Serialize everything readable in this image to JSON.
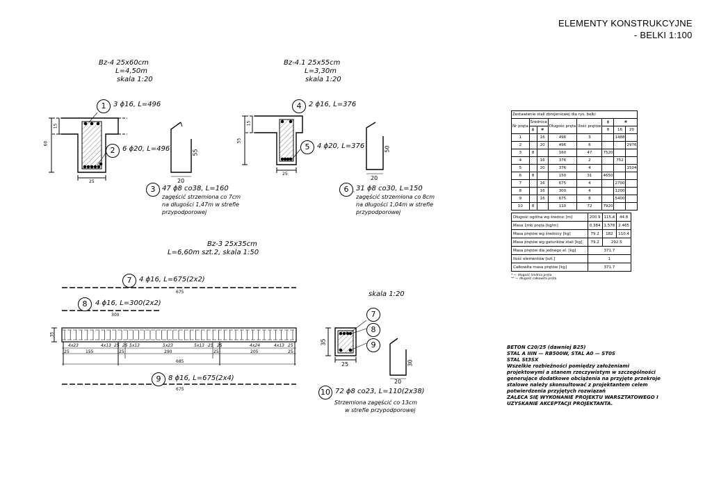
{
  "title": {
    "line1": "ELEMENTY KONSTRUKCYJNE",
    "line2": "- BELKI 1:100"
  },
  "bz4": {
    "head1": "Bz-4  25x60cm",
    "head2": "L=4,50m",
    "head3": "skala 1:20",
    "bar1_num": "1",
    "bar1_text": "3 ϕ16, L=496",
    "bar2_num": "2",
    "bar2_text": "6 ϕ20, L=496",
    "bar3_num": "3",
    "bar3_text": "47 ϕ8 co38, L=160",
    "note": [
      "zagęścić strzemiona co 7cm",
      "na długości 1,47m w strefie",
      "przypodporowej"
    ],
    "dim_h": "60",
    "dim_15": "15",
    "dim_w": "25",
    "stirrup_h": "55",
    "stirrup_w": "20"
  },
  "bz41": {
    "head1": "Bz-4.1  25x55cm",
    "head2": "L=3,30m",
    "head3": "skala 1:20",
    "bar4_num": "4",
    "bar4_text": "2 ϕ16, L=376",
    "bar5_num": "5",
    "bar5_text": "4 ϕ20, L=376",
    "bar6_num": "6",
    "bar6_text": "31 ϕ8 co30, L=150",
    "note": [
      "zagęścić strzemiona co 8cm",
      "na długości 1,04m w strefie",
      "przypodporowej"
    ],
    "dim_h": "55",
    "dim_15": "15",
    "dim_w": "25",
    "stirrup_h": "50",
    "stirrup_w": "20"
  },
  "bz3": {
    "head1": "Bz-3  25x35cm",
    "head2": "L=6,60m  szt.2,  skala  1:50",
    "bar7_num": "7",
    "bar7_text": "4 ϕ16, L=675(2x2)",
    "bar7_len": "675",
    "bar8_num": "8",
    "bar8_text": "4 ϕ16, L=300(2x2)",
    "bar8_len": "300",
    "bar9_num": "9",
    "bar9_text": "8 ϕ16, L=675(2x4)",
    "bar9_len": "675",
    "beam_h": "35",
    "spacing": [
      "4x23",
      "4x13",
      "25",
      "25",
      "5x13",
      "5x23",
      "5x13",
      "25",
      "25",
      "4x24",
      "4x13",
      "25"
    ],
    "spans": [
      "155",
      "290",
      "205"
    ],
    "supports": [
      "25",
      "25",
      "25",
      "25"
    ],
    "total": "685",
    "section_scale": "skala  1:20",
    "sec_nums": [
      "7",
      "8",
      "9"
    ],
    "sec_h": "35",
    "sec_w": "25",
    "stirrup_h": "30",
    "stirrup_w": "20",
    "bar10_num": "10",
    "bar10_text": "72 ϕ8 co23, L=110(2x38)",
    "note": [
      "Strzemiona zagęścić co 13cm",
      "w strefie przypodporowej"
    ]
  },
  "schedule": {
    "title": "Zestawienie stali zbrojeniowej dla rys. belki",
    "h_nr": "Nr pręta",
    "h_sred": "Średnica",
    "h_phi": "ϕ",
    "h_hash": "#",
    "h_dl": "Długość pręta",
    "h_ilosc": "Ilość prętów",
    "h_d8": "8",
    "h_d16": "16",
    "h_d20": "20",
    "rows": [
      [
        "1",
        "",
        "16",
        "496",
        "3",
        "",
        "1488",
        ""
      ],
      [
        "2",
        "",
        "20",
        "496",
        "6",
        "",
        "",
        "2976"
      ],
      [
        "3",
        "8",
        "",
        "160",
        "47",
        "7520",
        "",
        ""
      ],
      [
        "4",
        "",
        "16",
        "376",
        "2",
        "",
        "752",
        ""
      ],
      [
        "5",
        "",
        "20",
        "376",
        "4",
        "",
        "",
        "1504"
      ],
      [
        "6",
        "8",
        "",
        "150",
        "31",
        "4650",
        "",
        ""
      ],
      [
        "7",
        "",
        "16",
        "675",
        "4",
        "",
        "2700",
        ""
      ],
      [
        "8",
        "",
        "16",
        "300",
        "4",
        "",
        "1200",
        ""
      ],
      [
        "9",
        "",
        "16",
        "675",
        "8",
        "",
        "5400",
        ""
      ],
      [
        "10",
        "8",
        "",
        "110",
        "72",
        "7920",
        "",
        ""
      ]
    ],
    "sum": [
      {
        "label": "Długość ogólna wg średnic [m]",
        "v": [
          "200.9",
          "115.4",
          "44.8"
        ]
      },
      {
        "label": "Masa 1mb pręta [kg/m]",
        "v": [
          "0.384",
          "1.578",
          "2.465"
        ]
      },
      {
        "label": "Masa prętów wg średnicy [kg]",
        "v": [
          "79.2",
          "182",
          "110.4"
        ]
      },
      {
        "label": "Masa prętów wg gatunków stali [kg]",
        "v": [
          "79.2",
          "292.5"
        ]
      },
      {
        "label": "Masa prętów dla jednego el. [kg]",
        "v": [
          "371.7"
        ]
      },
      {
        "label": "Ilość elementów [szt.]",
        "v": [
          "1"
        ]
      },
      {
        "label": "Całkowita masa prętów [kg]",
        "v": [
          "371.7"
        ]
      }
    ],
    "foot1": "* — długość średnia pręta",
    "foot2": "** — długość całkowita pręta"
  },
  "notes": [
    "BETON C20/25 (dawniej B25)",
    "STAL A IIIN — RB500W, STAL A0 — ST0S",
    "STAL St3SX",
    "Wszelkie rozbieżności pomiędzy założeniami",
    "projektowymi a stanem rzeczywistym w szczególności",
    "generujące dodatkowe obciążenia na przyjęte przekroje",
    "stalowe należy skonsultować z projektantem celem",
    "potwierdzenia przyjętych rozwiązań",
    "ZALECA SIĘ WYKONANIE PROJEKTU WARSZTATOWEGO I",
    "UZYSKANIE AKCEPTACJI PROJEKTANTA."
  ]
}
